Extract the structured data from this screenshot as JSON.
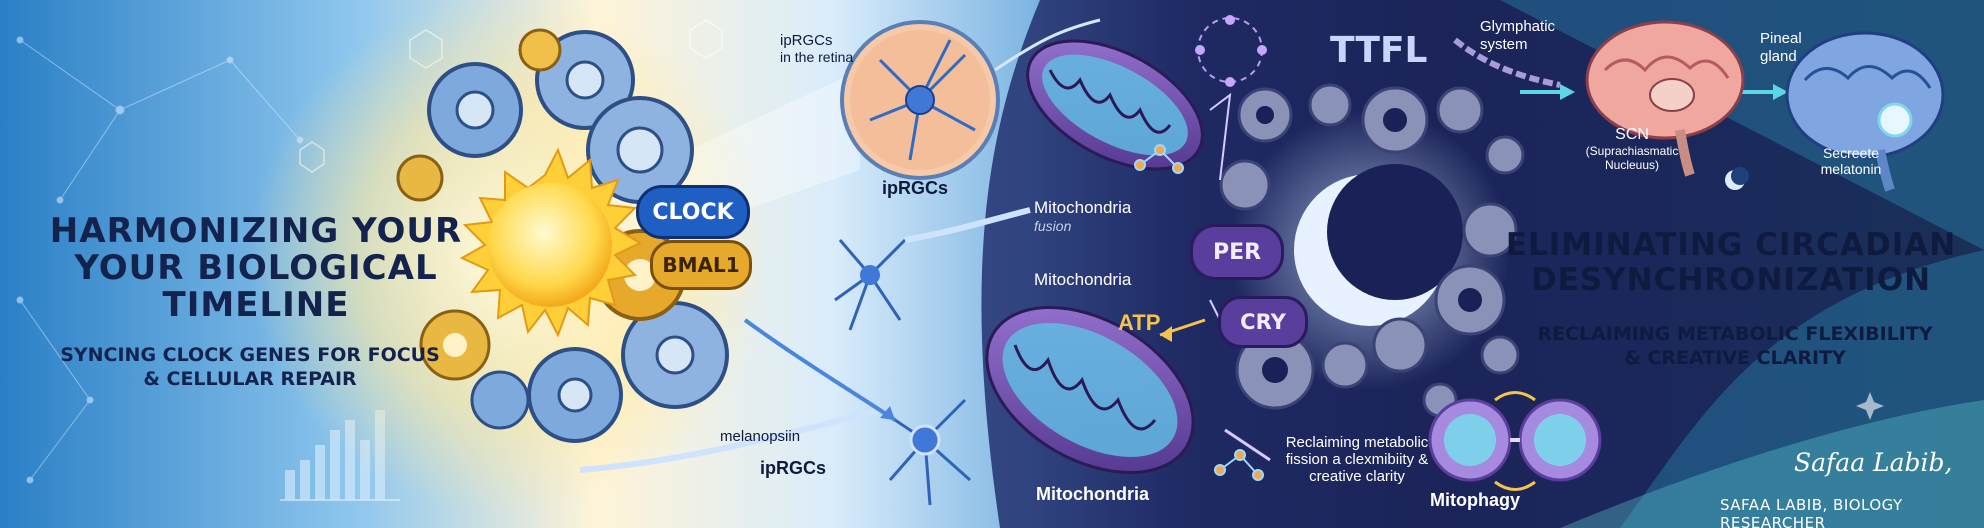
{
  "left": {
    "title": "HARMONIZING YOUR YOUR BIOLOGICAL TIMELINE",
    "subtitle": "SYNCING CLOCK GENES FOR FOCUS & CELLULAR REPAIR"
  },
  "genes": {
    "clock": "CLOCK",
    "bmal1": "BMAL1",
    "per": "PER",
    "cry": "CRY"
  },
  "retina": {
    "label_top": "ipRGCs",
    "label_top_sub": "in the retina",
    "label_mid": "ipRGCs",
    "melanopsin": "melanopsiin",
    "label_bottom": "ipRGCs"
  },
  "cycle": {
    "ttfl": "TTFL",
    "mito_fusion": "Mitochondria",
    "fusion": "fusion",
    "mito_mid": "Mitochondria",
    "atp": "ATP",
    "mito_bottom": "Mitochondria",
    "reclaim_note": "Reclaiming metabolic fission a clexmibiity & creative clarity",
    "mitophagy": "Mitophagy"
  },
  "brain": {
    "glymphatic": "Glymphatic system",
    "pineal": "Pineal gland",
    "scn": "SCN",
    "scn_full": "(Suprachiasmatic Nucleuus)",
    "secrete": "Secreete melatonin"
  },
  "right": {
    "title": "ELIMINATING CIRCADIAN DESYNCHRONIZATION",
    "subtitle": "RECLAIMING METABOLIC FLEXIBILITY & CREATIVE CLARITY"
  },
  "author": {
    "signature": "Safaa Labib,",
    "byline": "SAFAA LABIB, BIOLOGY RESEARCHER"
  },
  "colors": {
    "sun": "#ffd84a",
    "gear_blue": "#6f9fd6",
    "gear_gold": "#e6a92b",
    "clock_badge": "#1f5fc4",
    "night_bg": "#141a44",
    "mito": "#6c4aa8",
    "brain_pink": "#f0a7a0"
  }
}
